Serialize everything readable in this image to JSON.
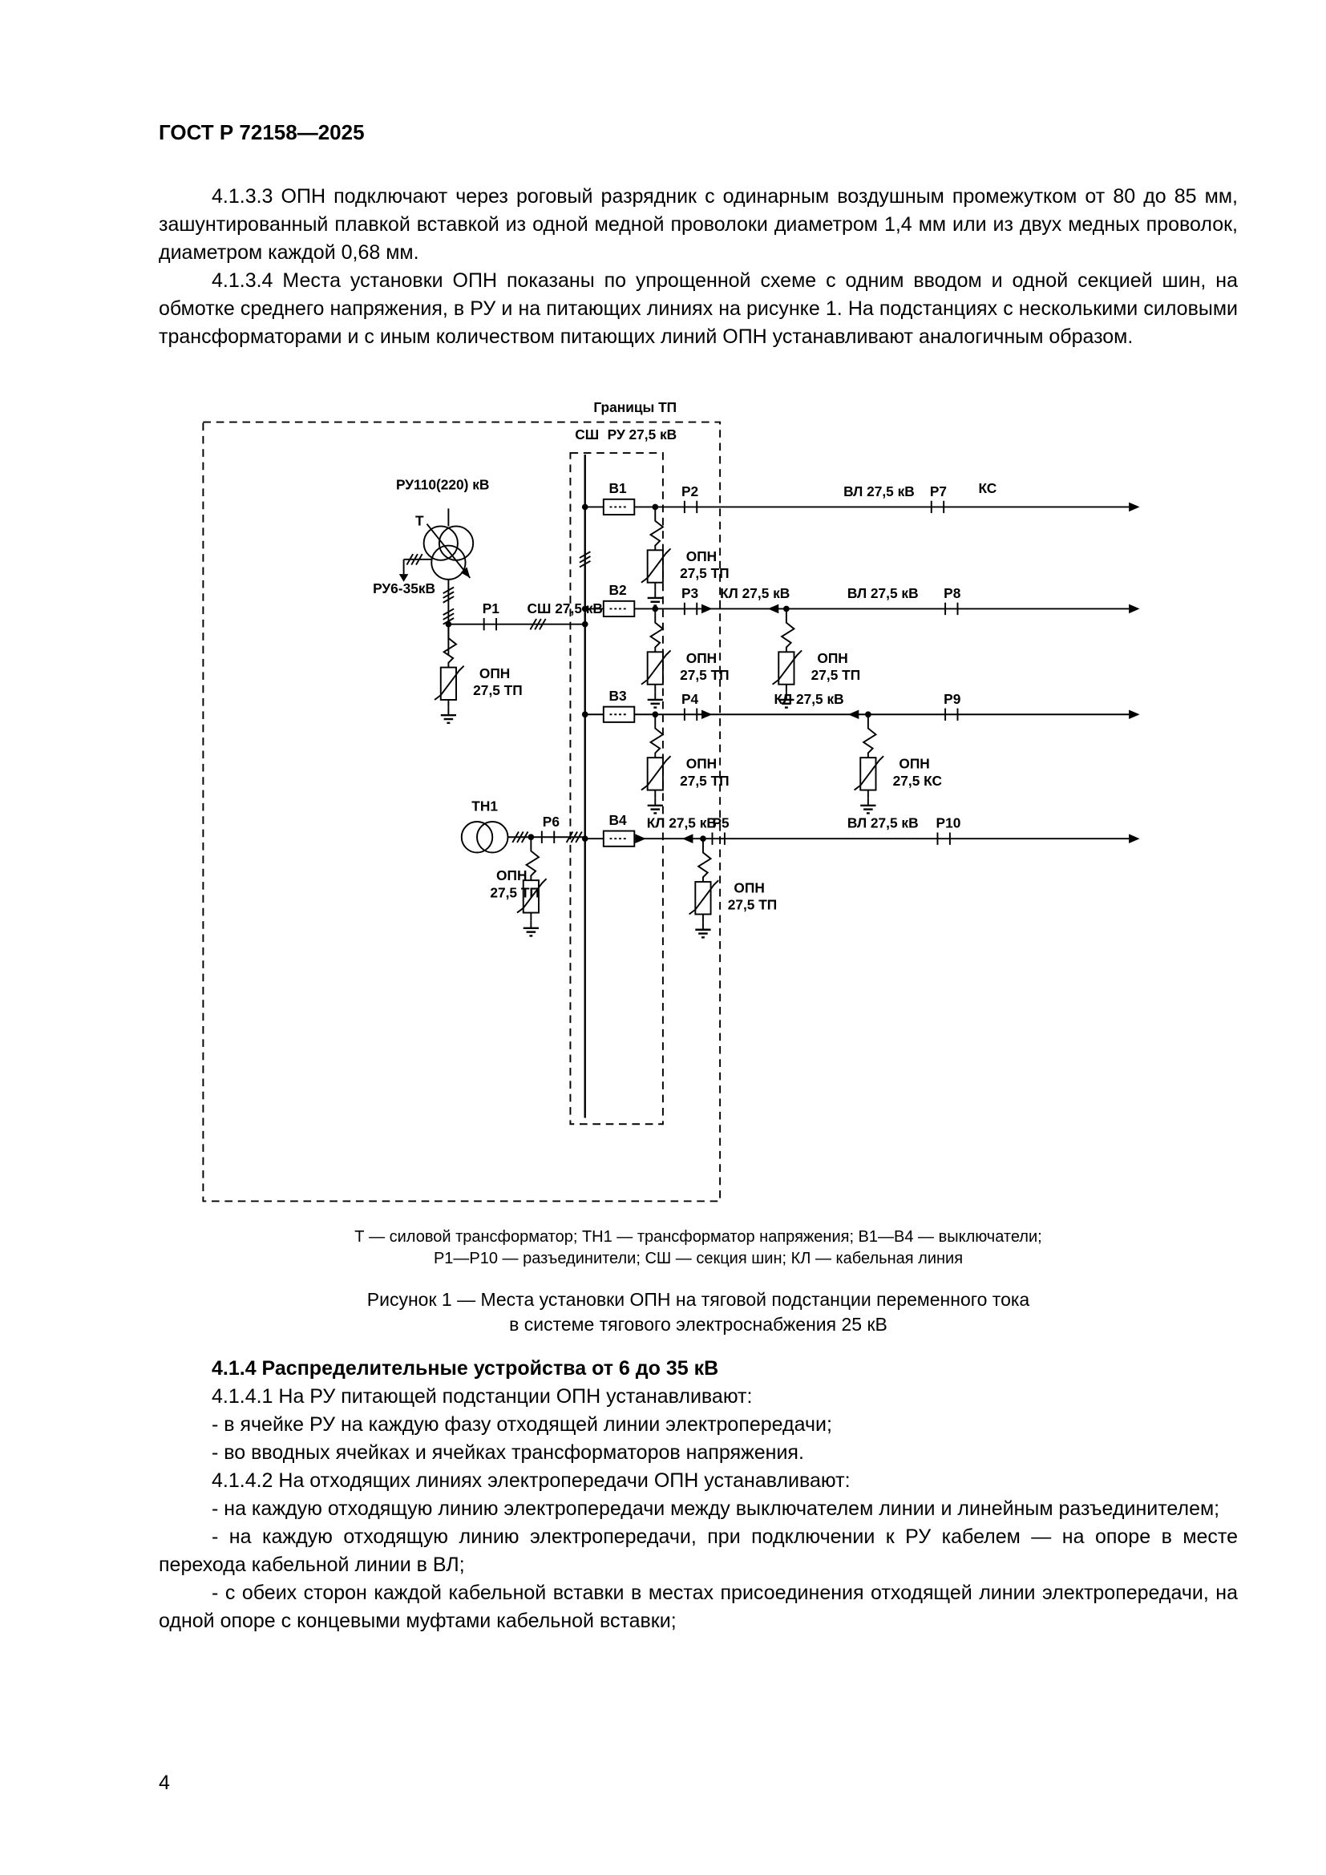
{
  "header": {
    "title": "ГОСТ Р 72158—2025"
  },
  "intro": {
    "p1": "4.1.3.3 ОПН подключают через роговый разрядник с одинарным воздушным промежутком от 80 до 85 мм, зашунтированный плавкой вставкой из одной медной проволоки диаметром 1,4 мм или из двух медных проволок, диаметром каждой 0,68 мм.",
    "p2": "4.1.3.4 Места установки ОПН показаны по упрощенной схеме с одним вводом и одной секцией шин, на обмотке среднего напряжения, в РУ и на питающих линиях на рисунке 1. На подстанциях с несколькими силовыми трансформаторами и с иным количеством питающих линий ОПН устанавливают аналогичным образом."
  },
  "figure": {
    "boundary": "Границы ТП",
    "sh": "СШ",
    "ru275": "РУ 27,5 кВ",
    "ru110": "РУ110(220) кВ",
    "ru6": "РУ6-35кВ",
    "t": "Т",
    "tn1": "ТН1",
    "sh275": "СШ 27,5 кВ",
    "opn": "ОПН",
    "opn_tp": "27,5 ТП",
    "opn_ks": "27,5 КС",
    "ks": "КС",
    "vl": "ВЛ 27,5 кВ",
    "kl": "КЛ 27,5 кВ",
    "b": [
      "В1",
      "В2",
      "В3",
      "В4"
    ],
    "p": [
      "Р1",
      "Р2",
      "Р3",
      "Р4",
      "Р5",
      "Р6",
      "Р7",
      "Р8",
      "Р9",
      "Р10"
    ]
  },
  "legend": {
    "line1": "Т — силовой трансформатор; ТН1 — трансформатор напряжения; В1—В4 — выключатели;",
    "line2": "Р1—Р10 — разъединители; СШ — секция шин; КЛ — кабельная линия"
  },
  "caption": {
    "line1": "Рисунок 1 — Места установки ОПН на тяговой подстанции переменного тока",
    "line2": "в системе тягового электроснабжения 25 кВ"
  },
  "section": {
    "title": "4.1.4 Распределительные устройства от 6 до 35 кВ",
    "p1": "4.1.4.1 На РУ питающей подстанции ОПН устанавливают:",
    "p2": "- в ячейке РУ на каждую фазу отходящей линии электропередачи;",
    "p3": "- во вводных ячейках и ячейках трансформаторов напряжения.",
    "p4": "4.1.4.2 На отходящих линиях электропередачи ОПН устанавливают:",
    "p5": "- на каждую отходящую линию электропередачи между выключателем линии и линейным разъединителем;",
    "p6": "- на каждую отходящую линию электропередачи, при подключении к РУ кабелем — на опоре в месте перехода кабельной линии в ВЛ;",
    "p7": "- с обеих сторон каждой кабельной вставки в местах присоединения отходящей линии электропередачи, на одной опоре с концевыми муфтами кабельной вставки;"
  },
  "page_number": "4"
}
